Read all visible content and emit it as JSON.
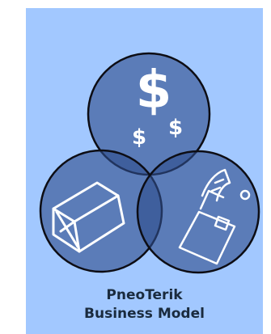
{
  "diagram": {
    "title_line1": "PneoTerik",
    "title_line2": "Business Model",
    "circles": [
      {
        "role": "money",
        "icon": "dollar-signs-icon"
      },
      {
        "role": "product",
        "icon": "box-package-icon"
      },
      {
        "role": "sale",
        "icon": "receipt-payment-icon"
      }
    ],
    "colors": {
      "panel_bg": "#a2c8ff",
      "circle_fill": "#2f4e8c",
      "outline": "#0d0d14",
      "icon_stroke": "#ffffff",
      "text": "#1a2b3e"
    },
    "dollar_glyph": "$"
  }
}
